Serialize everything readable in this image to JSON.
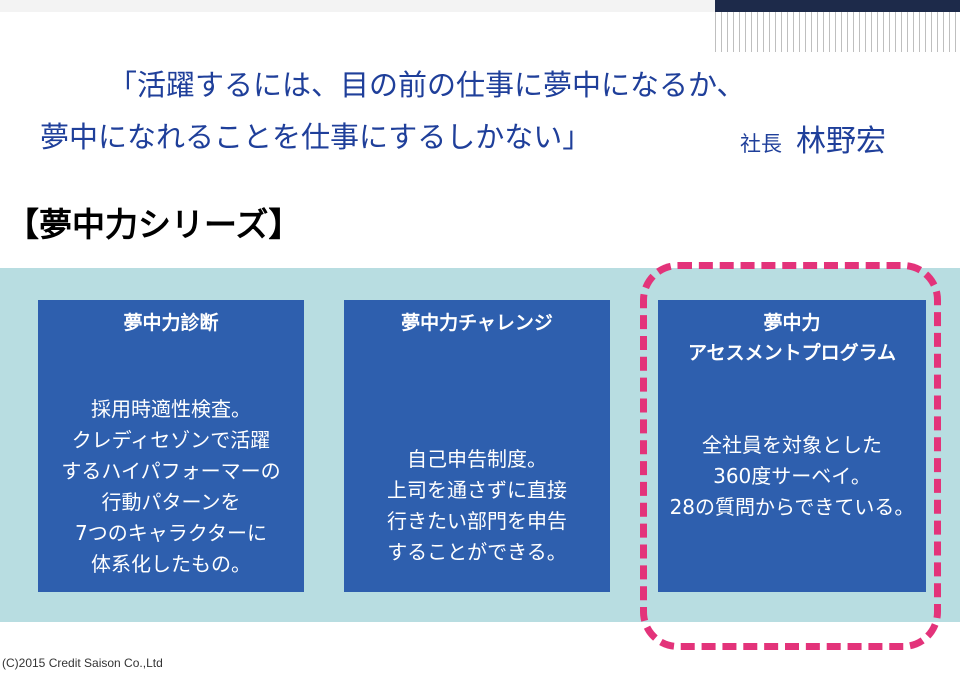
{
  "colors": {
    "quote_text": "#1f3f9a",
    "panel_bg": "#b8dde1",
    "card_bg": "#2e5fae",
    "highlight_border": "#e3337a",
    "top_dark_bar": "#1d2a4a"
  },
  "quote": {
    "line1": "「活躍するには、目の前の仕事に夢中になるか、",
    "line2": "夢中になれることを仕事にするしかない」",
    "speaker_role": "社長",
    "speaker_name": "林野宏"
  },
  "section_title": "【夢中力シリーズ】",
  "cards": [
    {
      "title_lines": [
        "夢中力診断"
      ],
      "body_lines": [
        "採用時適性検査。",
        "クレディセゾンで活躍",
        "するハイパフォーマーの",
        "行動パターンを",
        "7つのキャラクターに",
        "体系化したもの。"
      ]
    },
    {
      "title_lines": [
        "夢中力チャレンジ"
      ],
      "body_lines": [
        "自己申告制度。",
        "上司を通さずに直接",
        "行きたい部門を申告",
        "することができる。"
      ]
    },
    {
      "title_lines": [
        "夢中力",
        "アセスメントプログラム"
      ],
      "body_lines": [
        "全社員を対象とした",
        "360度サーベイ。",
        "28の質問からできている。"
      ]
    }
  ],
  "footer": "(C)2015 Credit Saison Co.,Ltd"
}
